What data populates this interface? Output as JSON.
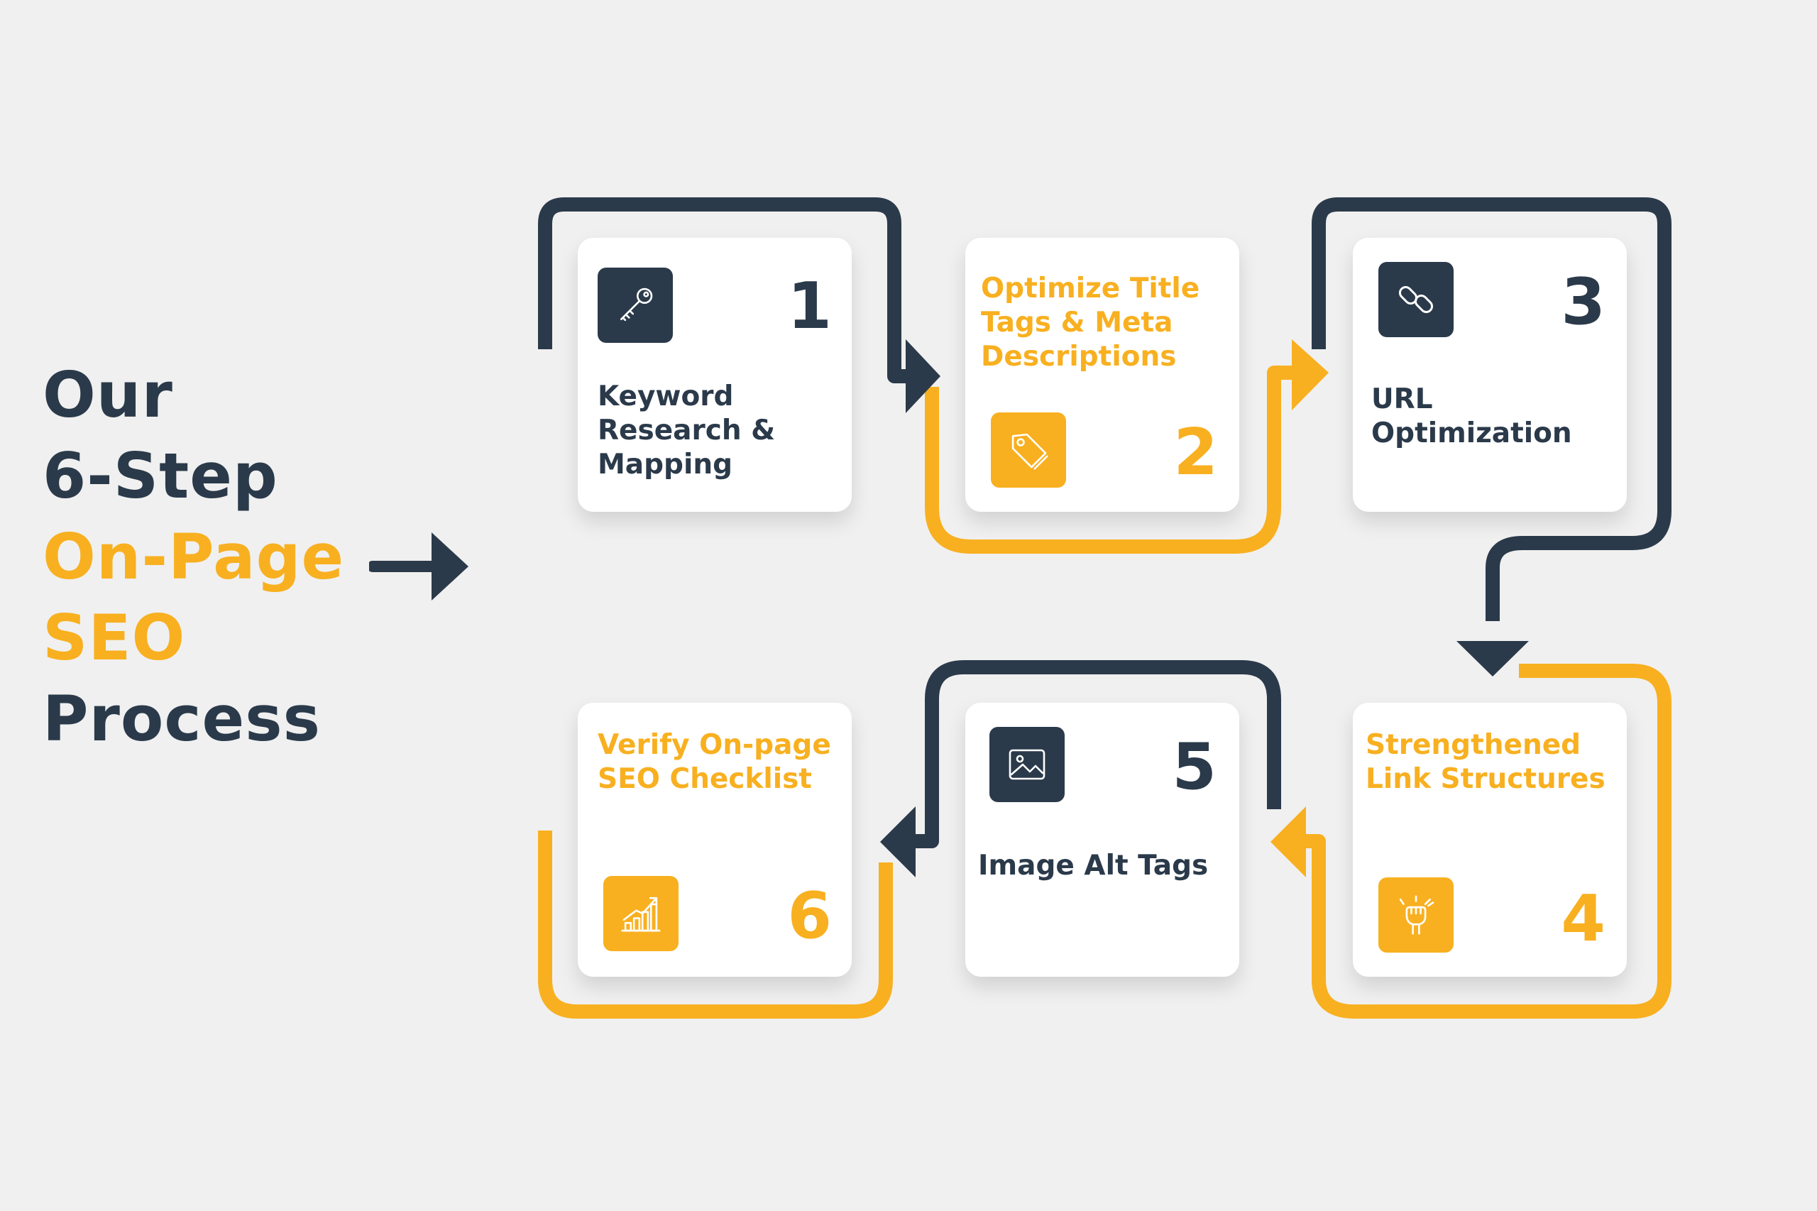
{
  "title": {
    "line1": "Our",
    "line2": "6-Step",
    "line3": "On-Page",
    "line4": "SEO",
    "line5": "Process"
  },
  "colors": {
    "navy": "#2b3a4a",
    "gold": "#f8b020",
    "background": "#f0f0f0",
    "card": "#ffffff"
  },
  "steps": [
    {
      "number": "1",
      "label": "Keyword\nResearch &\nMapping",
      "icon": "key-icon",
      "color": "navy"
    },
    {
      "number": "2",
      "label": "Optimize Title\nTags & Meta\nDescriptions",
      "icon": "tag-icon",
      "color": "gold"
    },
    {
      "number": "3",
      "label": "URL Optimization",
      "icon": "link-icon",
      "color": "navy"
    },
    {
      "number": "4",
      "label": "Strengthened\nLink Structures",
      "icon": "fist-chain-icon",
      "color": "gold"
    },
    {
      "number": "5",
      "label": "Image Alt Tags",
      "icon": "image-icon",
      "color": "navy"
    },
    {
      "number": "6",
      "label": "Verify On-page\nSEO Checklist",
      "icon": "growth-chart-icon",
      "color": "gold"
    }
  ]
}
